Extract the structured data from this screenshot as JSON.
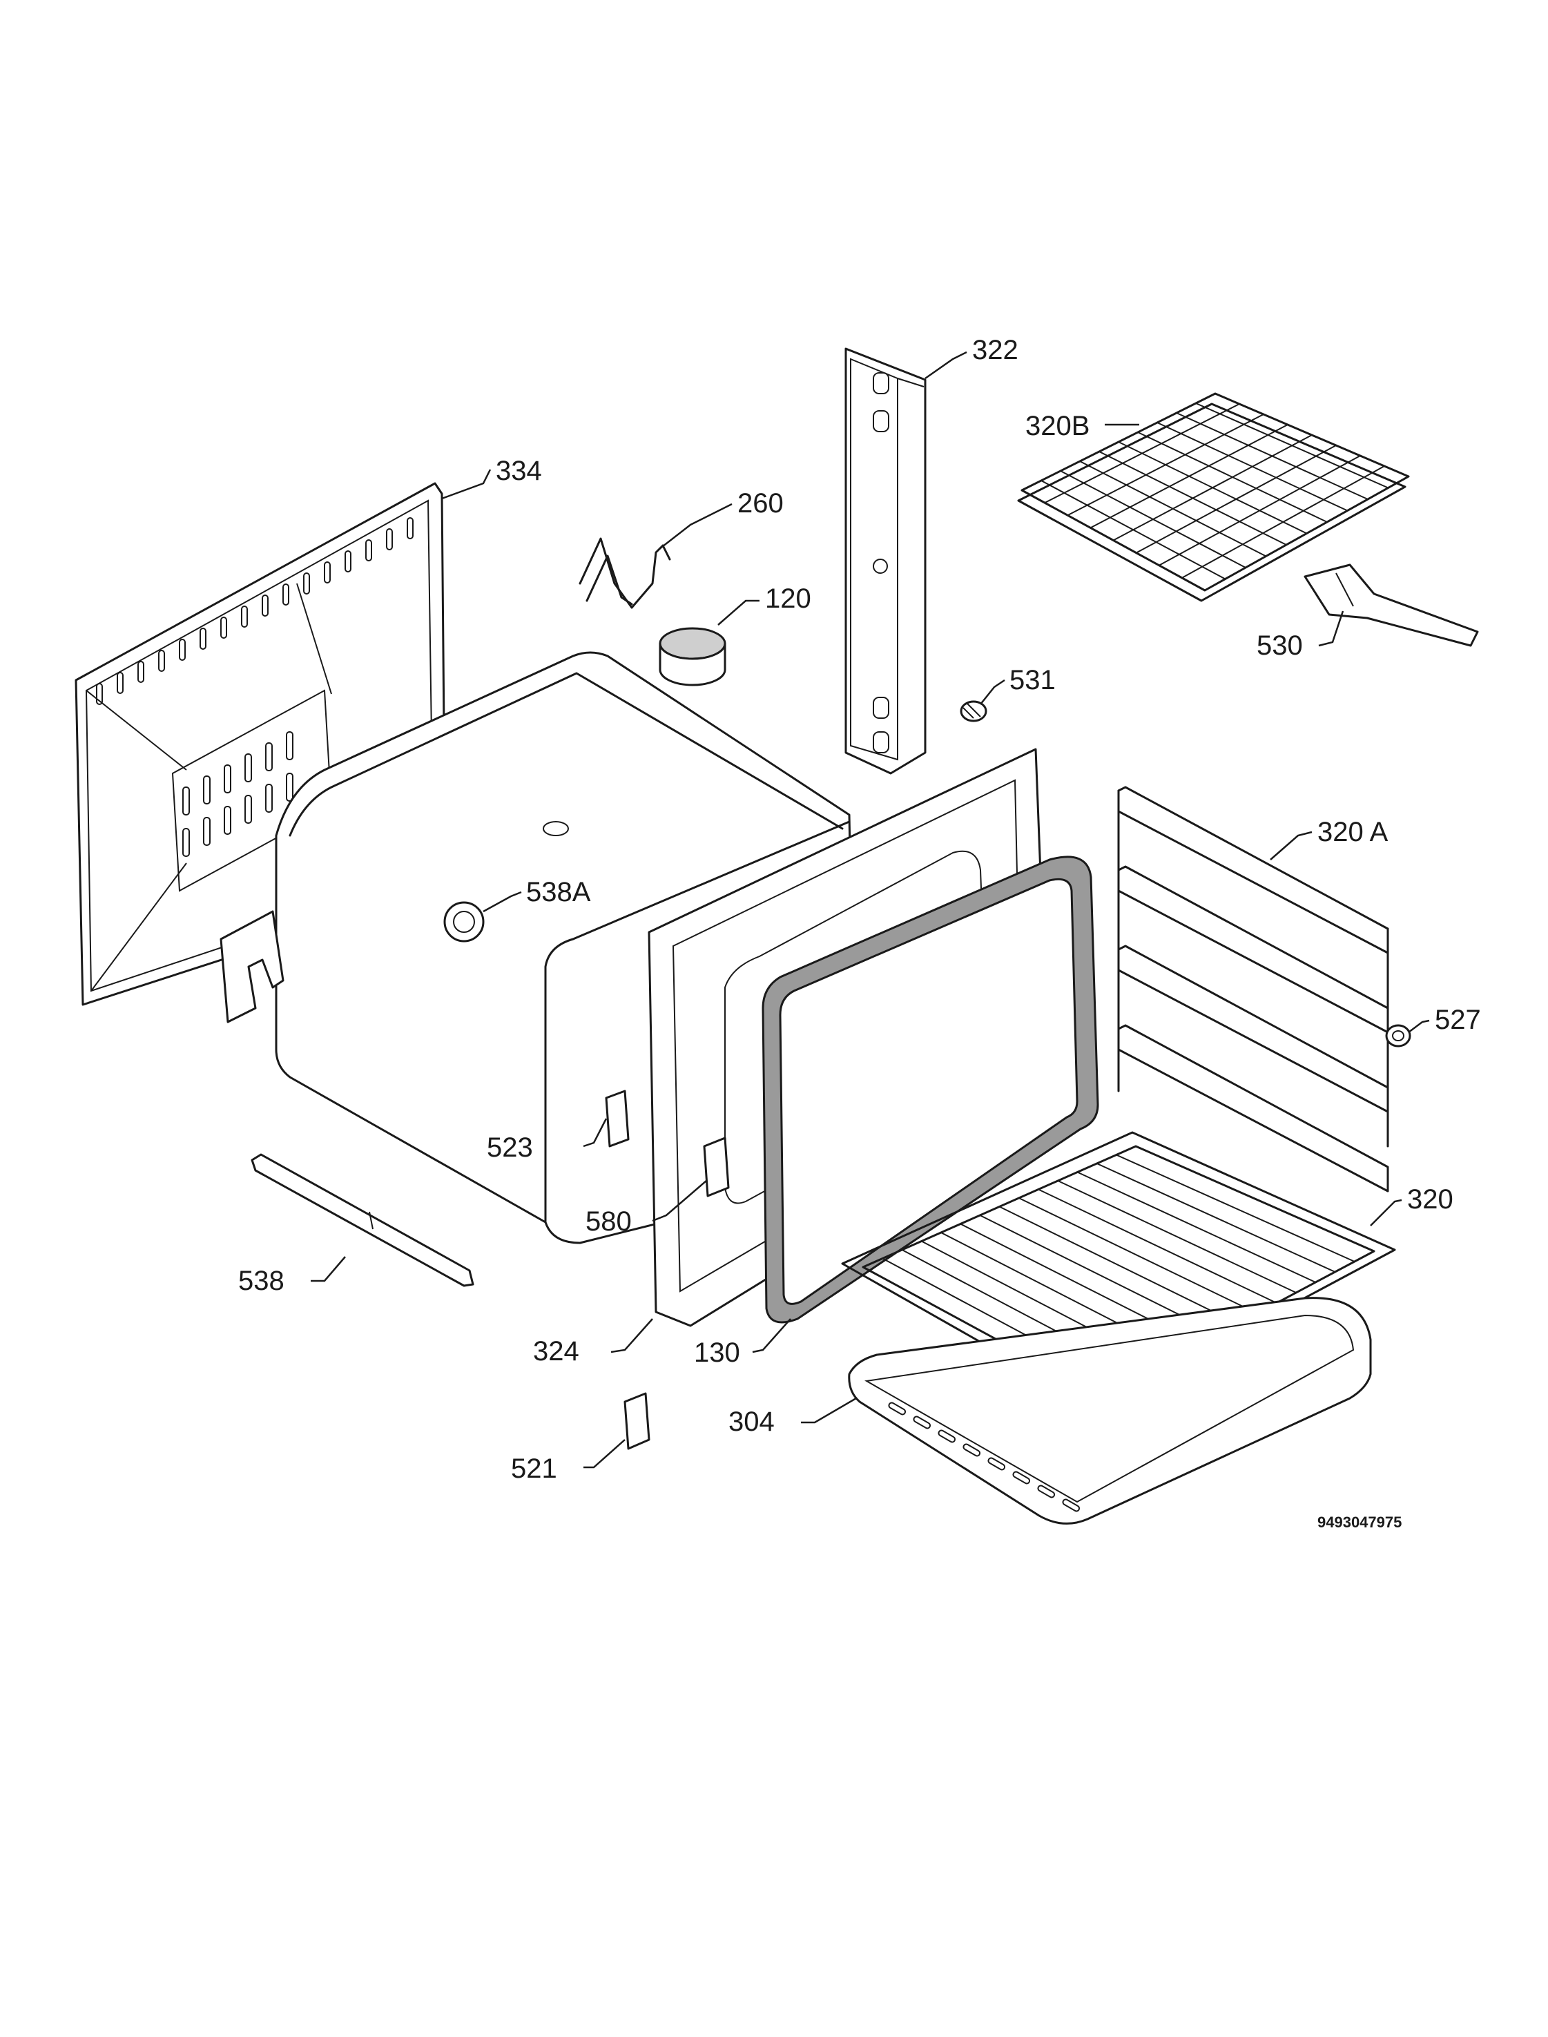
{
  "labels": {
    "l334": "334",
    "l260": "260",
    "l120": "120",
    "l322": "322",
    "l320b": "320B",
    "l530": "530",
    "l531": "531",
    "l320a": "320 A",
    "l538a": "538A",
    "l527": "527",
    "l523": "523",
    "l580": "580",
    "l320": "320",
    "l538": "538",
    "l324": "324",
    "l130": "130",
    "l304": "304",
    "l521": "521"
  },
  "diagram_code": "9493047975",
  "colors": {
    "line": "#1a1a1a",
    "background": "#ffffff",
    "seal": "#9a9a9a"
  }
}
